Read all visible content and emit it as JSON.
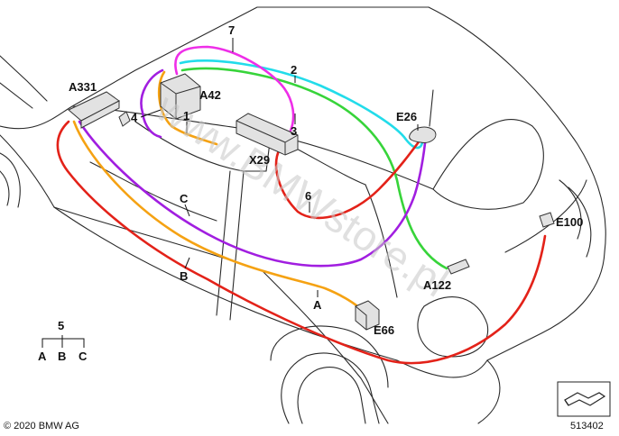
{
  "diagram": {
    "watermark": "www.BMWstore.pl",
    "copyright": "© 2020 BMW AG",
    "reference_number": "513402",
    "legend": {
      "parent": "5",
      "children": [
        "A",
        "B",
        "C"
      ]
    },
    "components": {
      "a331": "A331",
      "a42": "A42",
      "x29": "X29",
      "e26": "E26",
      "a122": "A122",
      "e66": "E66",
      "e100": "E100"
    },
    "wires": {
      "w1": "1",
      "w2": "2",
      "w3": "3",
      "w4": "4",
      "w6": "6",
      "w7": "7",
      "wa": "A",
      "wb": "B",
      "wc": "C"
    },
    "colors": {
      "red": "#e32219",
      "orange": "#f5a213",
      "purple": "#a11ee0",
      "green": "#37d43a",
      "cyan": "#22dcea",
      "magenta": "#ee2ee8",
      "outline": "#2a2a2a"
    }
  }
}
